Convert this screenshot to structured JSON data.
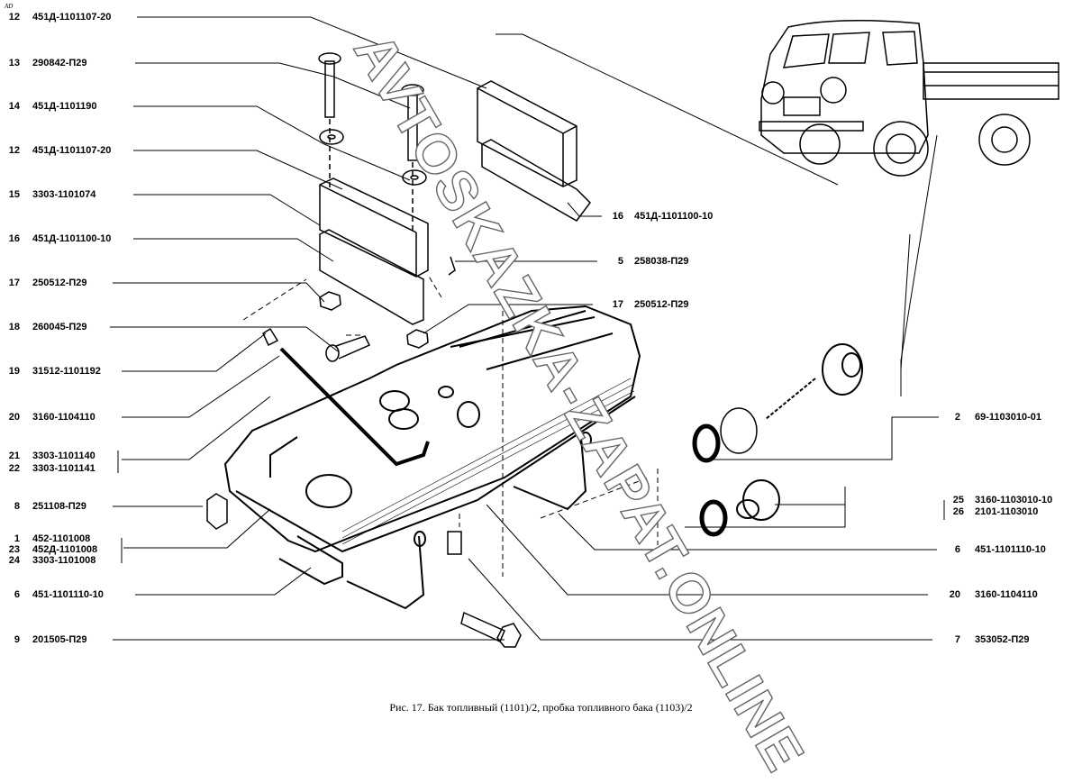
{
  "figure": {
    "corner_mark": "AD",
    "caption": "Рис. 17. Бак топливный (1101)/2, пробка топливного бака (1103)/2",
    "watermark": "AVTOSKAZKA-ZAPAT.ONLINE"
  },
  "labels_left": [
    {
      "num": "12",
      "code": "451Д-1101107-20"
    },
    {
      "num": "13",
      "code": "290842-П29"
    },
    {
      "num": "14",
      "code": "451Д-1101190"
    },
    {
      "num": "12",
      "code": "451Д-1101107-20"
    },
    {
      "num": "15",
      "code": "3303-1101074"
    },
    {
      "num": "16",
      "code": "451Д-1101100-10"
    },
    {
      "num": "17",
      "code": "250512-П29"
    },
    {
      "num": "18",
      "code": "260045-П29"
    },
    {
      "num": "19",
      "code": "31512-1101192"
    },
    {
      "num": "20",
      "code": "3160-1104110"
    },
    {
      "num": "21",
      "code": "3303-1101140"
    },
    {
      "num": "22",
      "code": "3303-1101141"
    },
    {
      "num": "8",
      "code": "251108-П29"
    },
    {
      "num": "1",
      "code": "452-1101008"
    },
    {
      "num": "23",
      "code": "452Д-1101008"
    },
    {
      "num": "24",
      "code": "3303-1101008"
    },
    {
      "num": "6",
      "code": "451-1101110-10"
    },
    {
      "num": "9",
      "code": "201505-П29"
    }
  ],
  "labels_right": [
    {
      "num": "16",
      "code": "451Д-1101100-10"
    },
    {
      "num": "5",
      "code": "258038-П29"
    },
    {
      "num": "17",
      "code": "250512-П29"
    },
    {
      "num": "2",
      "code": "69-1103010-01"
    },
    {
      "num": "25",
      "code": "3160-1103010-10"
    },
    {
      "num": "26",
      "code": "2101-1103010"
    },
    {
      "num": "6",
      "code": "451-1101110-10"
    },
    {
      "num": "20",
      "code": "3160-1104110"
    },
    {
      "num": "7",
      "code": "353052-П29"
    }
  ]
}
